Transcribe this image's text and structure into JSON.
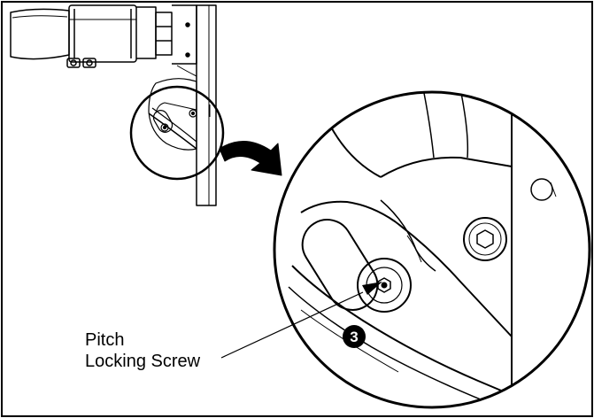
{
  "callout": {
    "label_line1": "Pitch",
    "label_line2": "Locking Screw"
  },
  "step_marker": {
    "number": "3"
  },
  "colors": {
    "line": "#000000",
    "background": "#ffffff",
    "marker_fill": "#000000",
    "marker_text": "#ffffff"
  }
}
